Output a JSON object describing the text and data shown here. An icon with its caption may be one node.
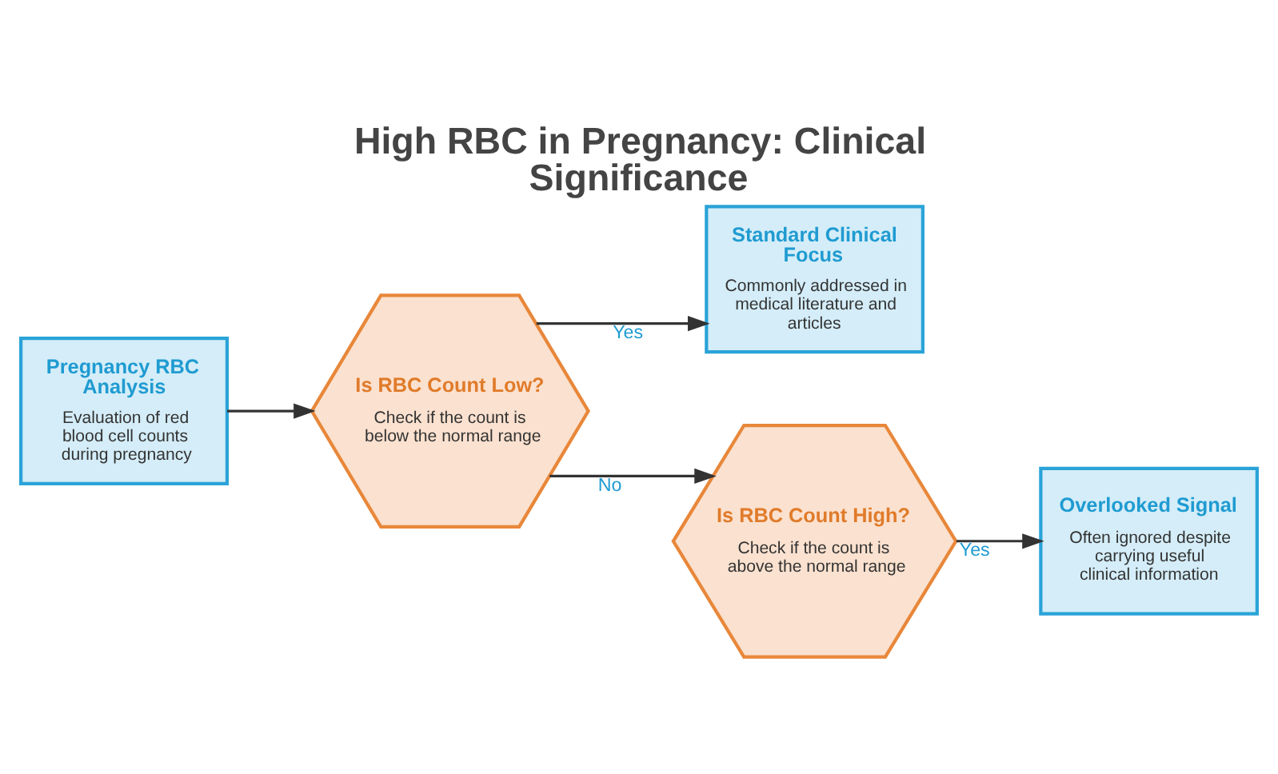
{
  "diagram": {
    "title": "High RBC in Pregnancy: Clinical Significance",
    "nodes": [
      {
        "text": [
          "Pregnancy RBC Analysis",
          "Evaluation of red blood cell counts during pregnancy"
        ]
      },
      {
        "text": [
          "Is RBC Count Low?",
          "Check if the count is below the normal range"
        ]
      },
      {
        "text": [
          "Standard Clinical Focus",
          "Commonly addressed in medical literature and articles"
        ]
      },
      {
        "text": [
          "Is RBC Count High?",
          "Check if the count is above the normal range"
        ]
      },
      {
        "text": [
          "Overlooked Signal",
          "Often ignored despite carrying useful clinical information"
        ]
      }
    ],
    "edges": [
      {
        "from": 0,
        "to": 1,
        "arrow": "to"
      },
      {
        "from": 1,
        "to": 2,
        "arrow": "to",
        "label": "Yes"
      },
      {
        "from": 1,
        "to": 3,
        "arrow": "to",
        "label": "No"
      },
      {
        "from": 3,
        "to": 4,
        "arrow": "to",
        "label": "Yes"
      }
    ]
  }
}
